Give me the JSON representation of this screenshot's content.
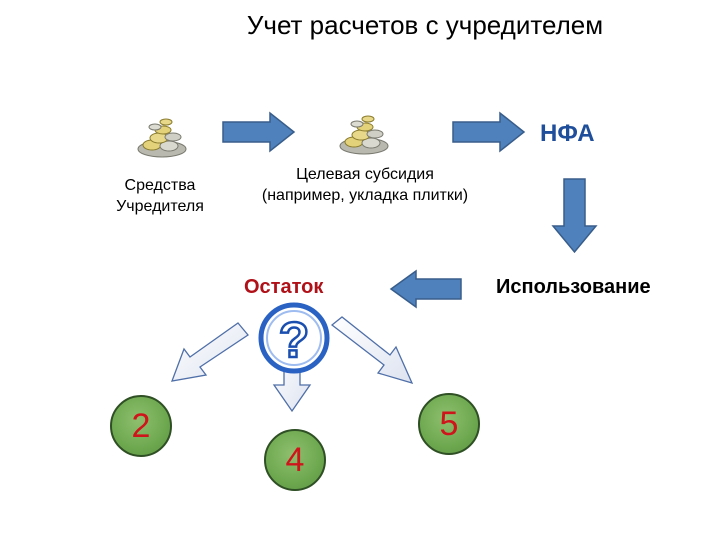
{
  "title": "Учет расчетов с учредителем",
  "nodes": {
    "founder_funds": "Средства\nУчредителя",
    "subsidy_line1": "Целевая субсидия",
    "subsidy_line2": "(например, укладка плитки)",
    "nfa": "НФА",
    "usage": "Использование",
    "remainder": "Остаток",
    "question_mark": "?"
  },
  "outcomes": [
    "2",
    "4",
    "5"
  ],
  "colors": {
    "arrow_fill": "#4f81bd",
    "arrow_stroke": "#385d8a",
    "nfa_text": "#1f4e9a",
    "remainder_text": "#b01018",
    "circle_fill": "#6da84f",
    "circle_text": "#d0141c"
  },
  "icons": [
    "coins-pile-icon",
    "coins-pile-icon",
    "question-mark-icon"
  ]
}
